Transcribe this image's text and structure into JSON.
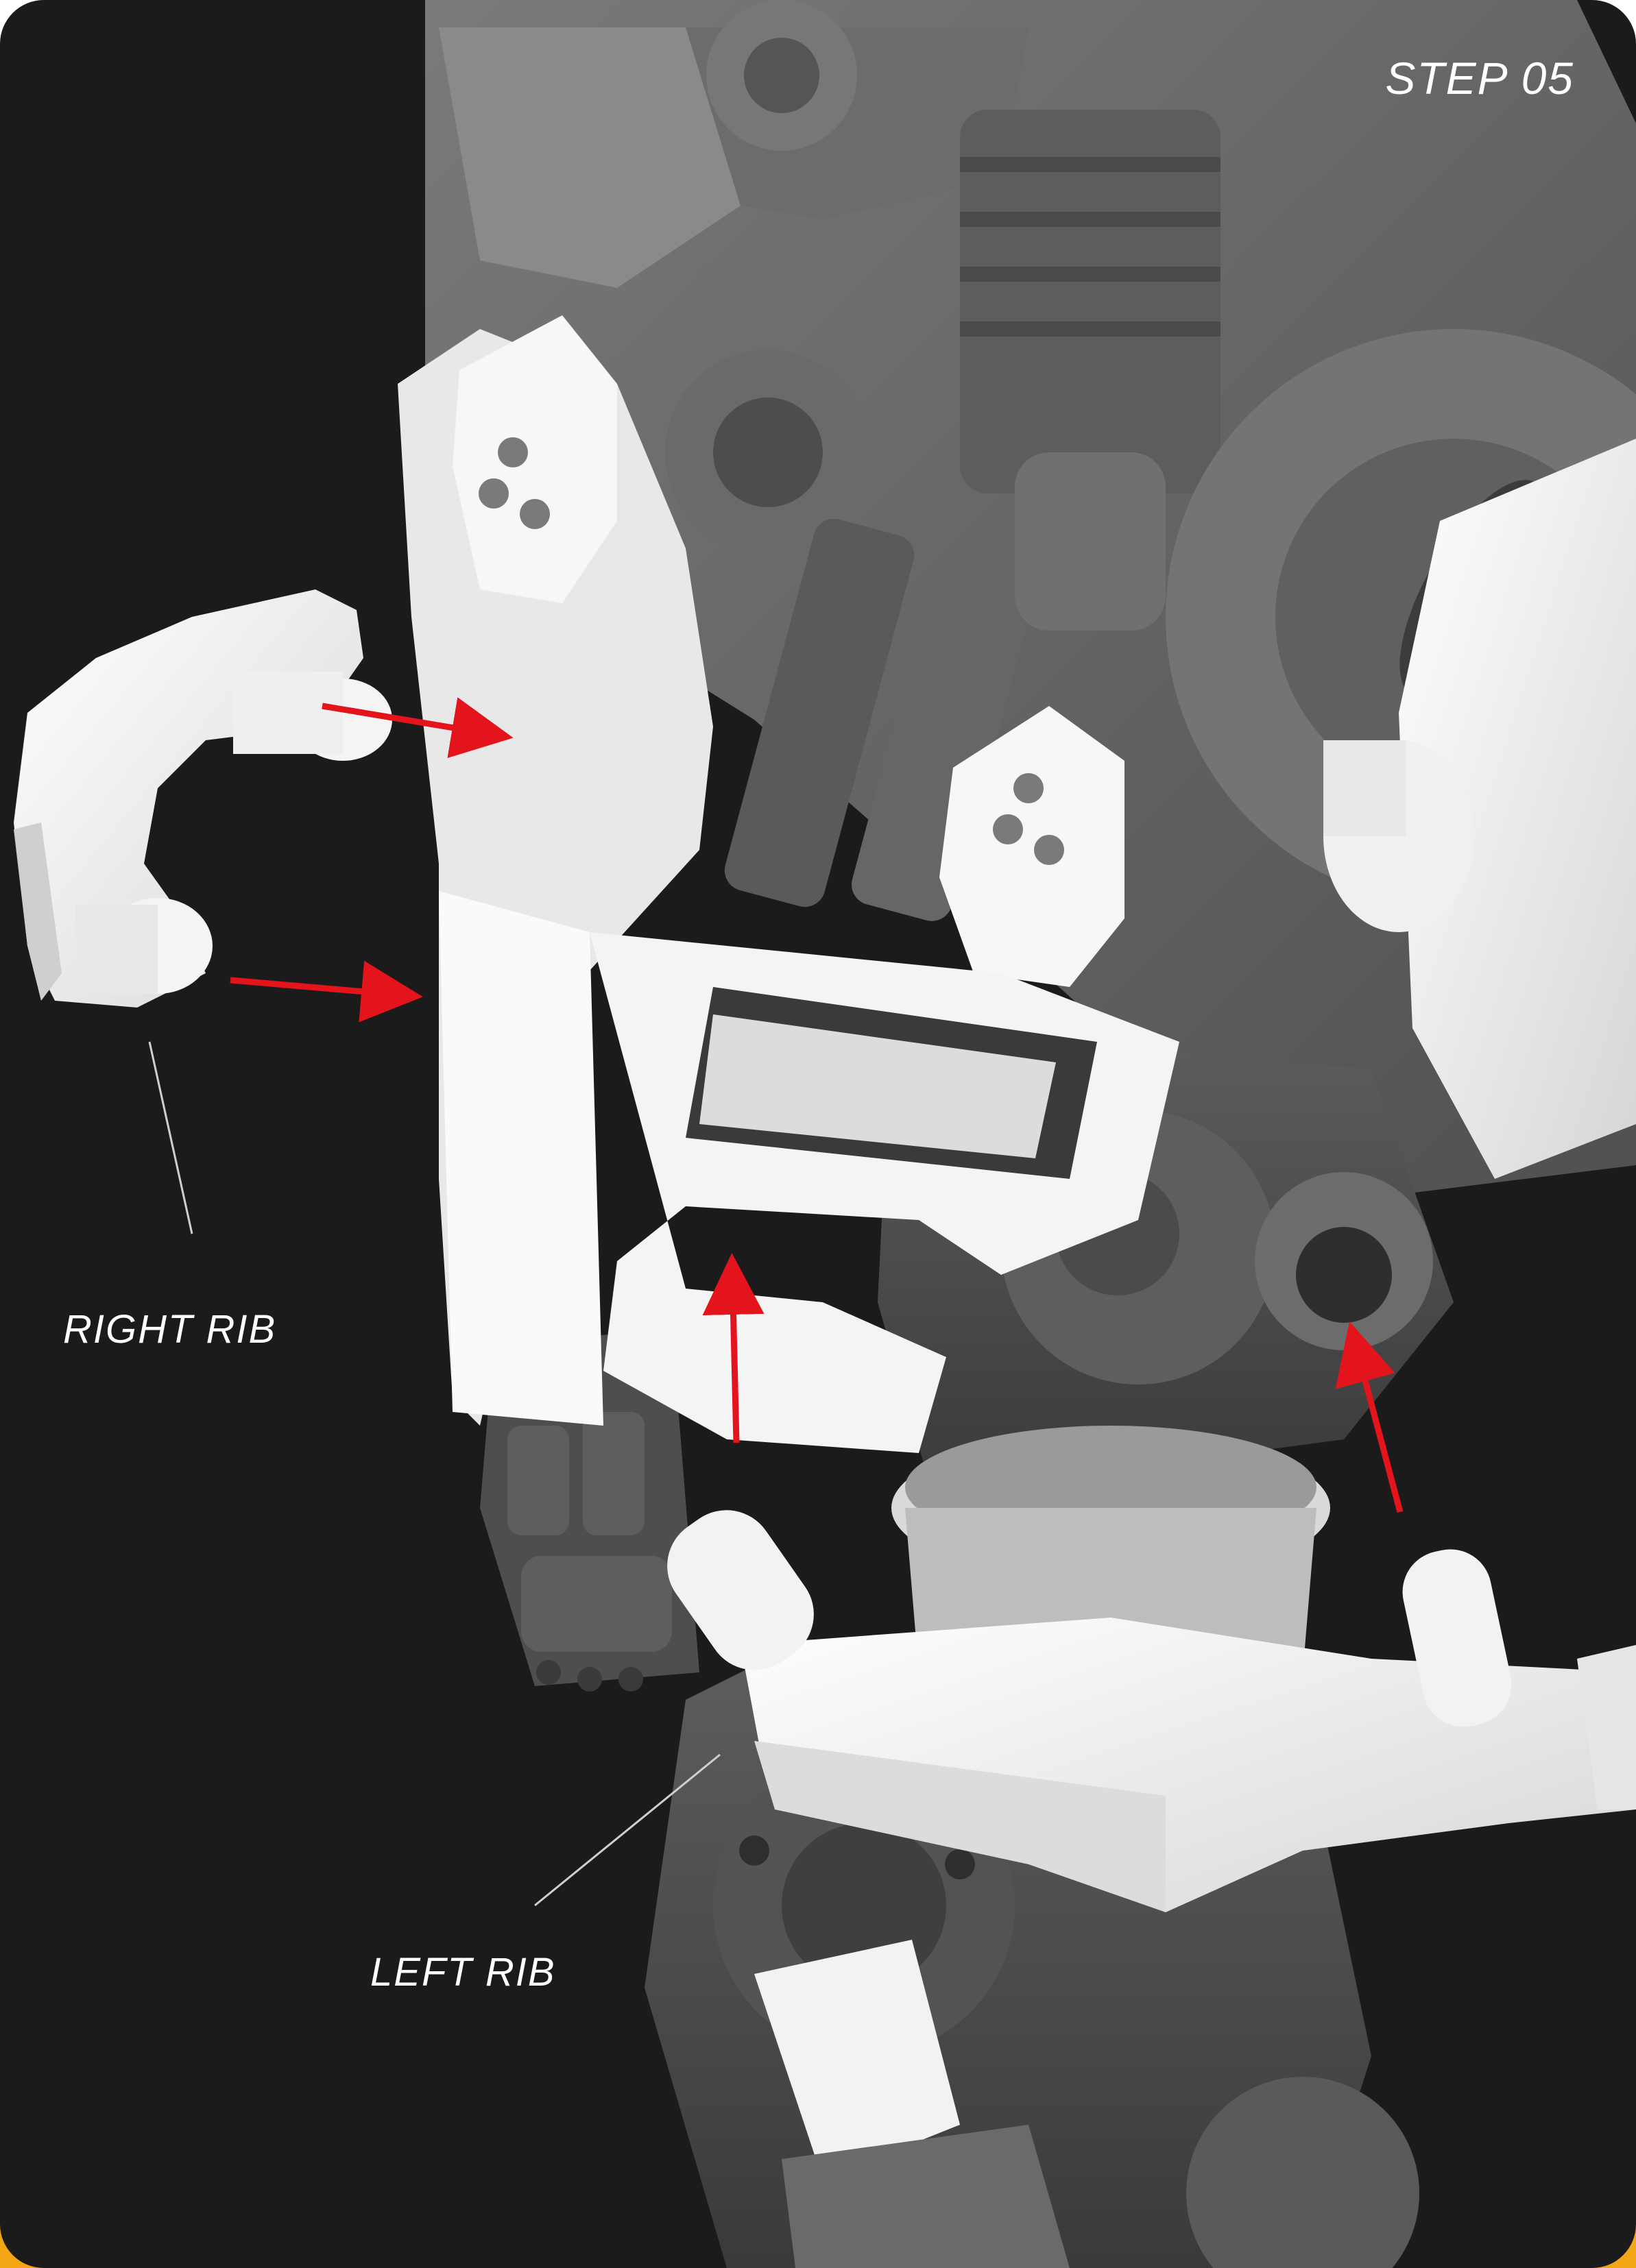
{
  "step": {
    "label": "STEP 05"
  },
  "parts": {
    "right_rib": {
      "label": "RIGHT RIB"
    },
    "left_rib": {
      "label": "LEFT RIB"
    }
  },
  "colors": {
    "background": "#1b1b1b",
    "part_new": "#f4f4f4",
    "part_existing": "#6d6d6d",
    "part_dark": "#4a4a4a",
    "arrow": "#e3141b",
    "accent": "#f2a614"
  },
  "icons": [
    "arrow-right-icon",
    "arrow-up-icon"
  ]
}
